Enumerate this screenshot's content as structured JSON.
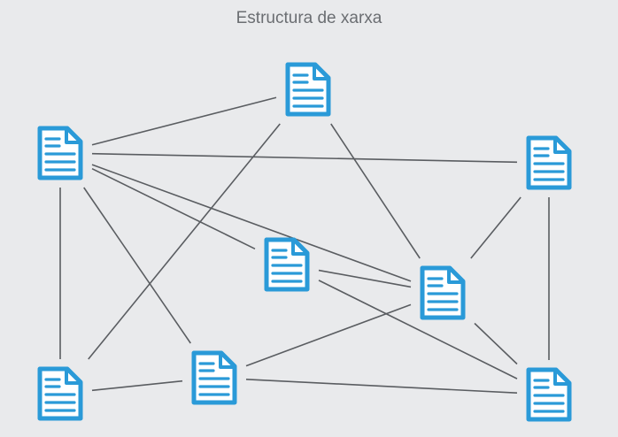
{
  "title": "Estructura de xarxa",
  "colors": {
    "icon": "#2a9ad8",
    "edge": "#5a5d61",
    "background": "#e9eaec"
  },
  "nodes": [
    {
      "id": "A",
      "icon": "document-icon"
    },
    {
      "id": "B",
      "icon": "document-icon"
    },
    {
      "id": "C",
      "icon": "document-icon"
    },
    {
      "id": "D",
      "icon": "document-icon"
    },
    {
      "id": "E",
      "icon": "document-icon"
    },
    {
      "id": "F",
      "icon": "document-icon"
    },
    {
      "id": "G",
      "icon": "document-icon"
    },
    {
      "id": "H",
      "icon": "document-icon"
    }
  ],
  "edges": [
    [
      "B",
      "A"
    ],
    [
      "A",
      "F"
    ],
    [
      "A",
      "E"
    ],
    [
      "B",
      "C"
    ],
    [
      "B",
      "E"
    ],
    [
      "B",
      "D"
    ],
    [
      "B",
      "G"
    ],
    [
      "B",
      "F"
    ],
    [
      "C",
      "E"
    ],
    [
      "C",
      "H"
    ],
    [
      "D",
      "E"
    ],
    [
      "D",
      "H"
    ],
    [
      "E",
      "G"
    ],
    [
      "E",
      "H"
    ],
    [
      "G",
      "F"
    ],
    [
      "G",
      "H"
    ]
  ]
}
